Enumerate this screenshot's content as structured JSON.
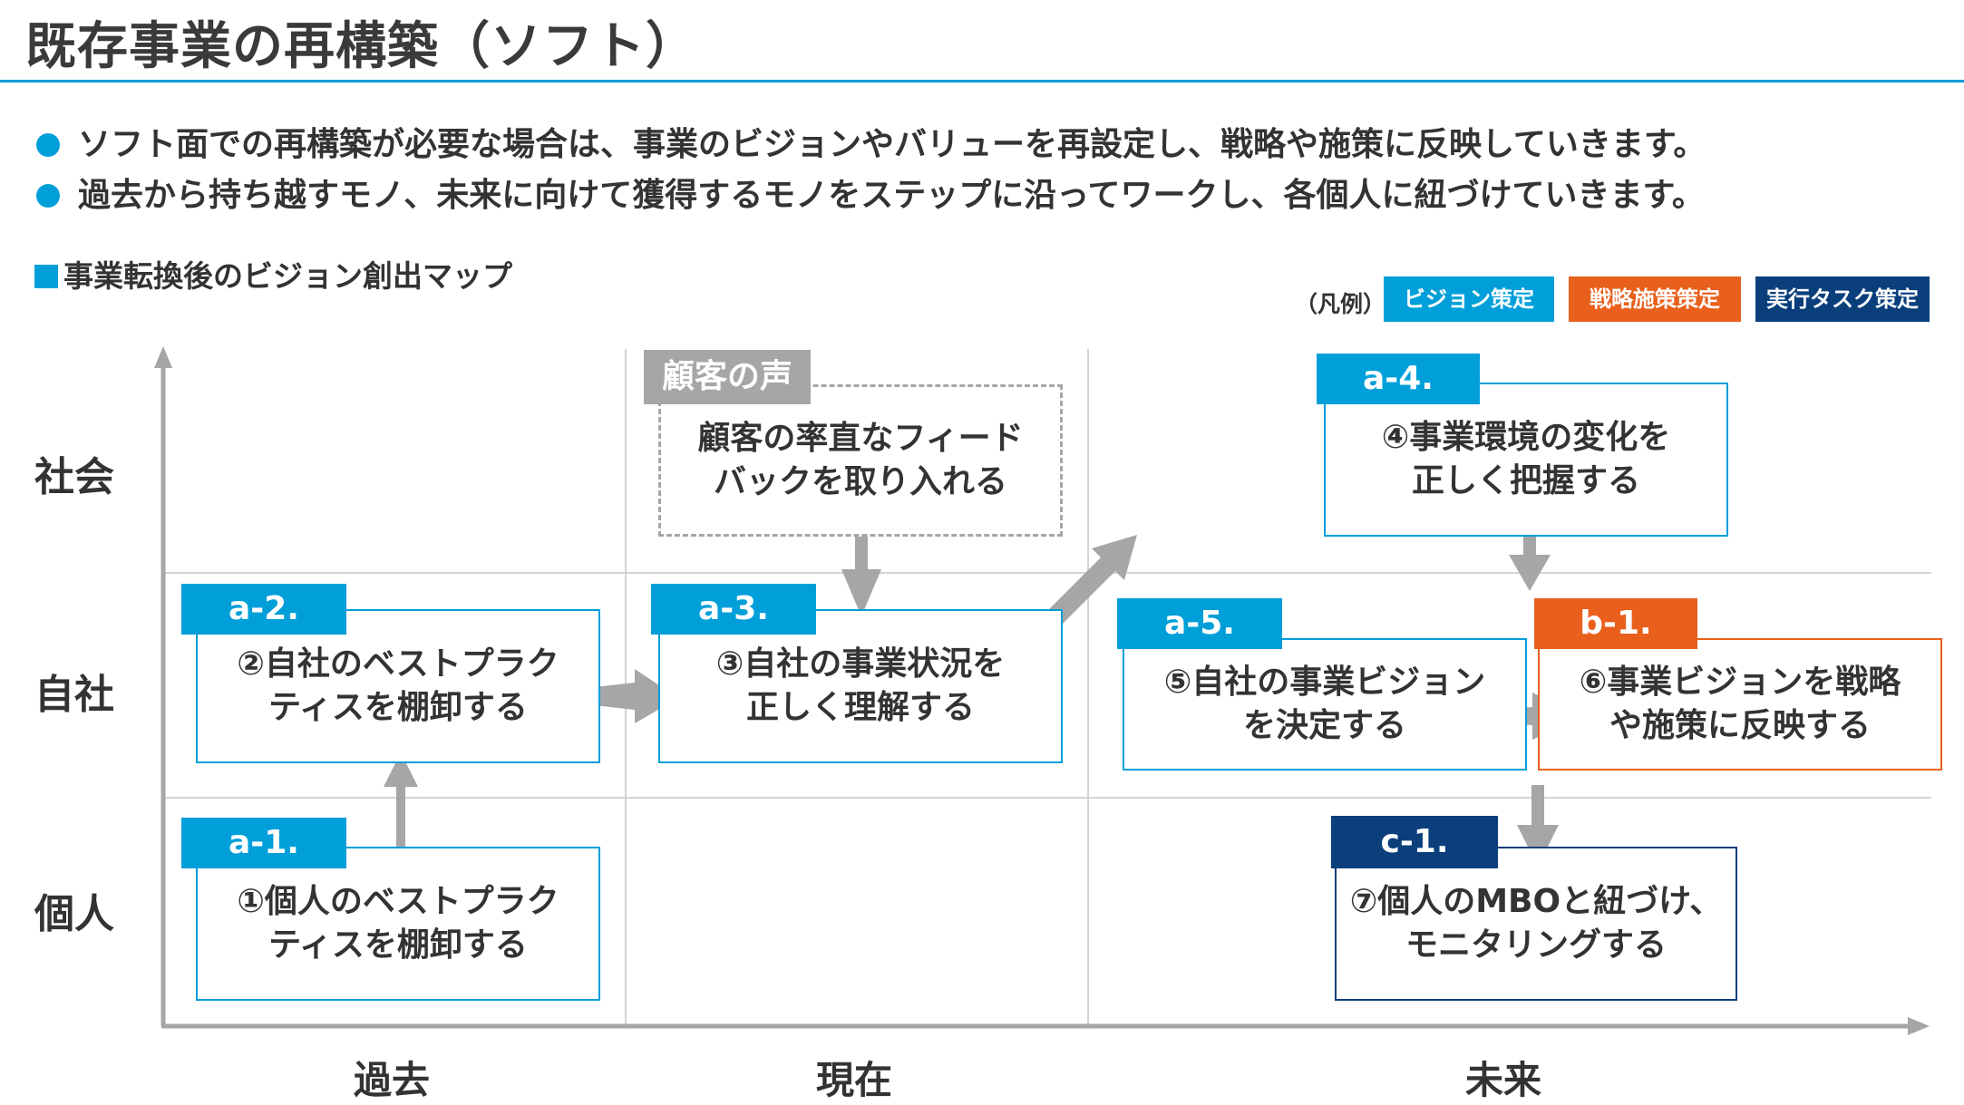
{
  "title": "既存事業の再構築（ソフト）",
  "bullets": [
    "ソフト面での再構築が必要な場合は、事業のビジョンやバリューを再設定し、戦略や施策に反映していきます。",
    "過去から持ち越すモノ、未来に向けて獲得するモノをステップに沿ってワークし、各個人に紐づけていきます。"
  ],
  "map_title": "事業転換後のビジョン創出マップ",
  "legend": {
    "label": "（凡例）",
    "items": [
      {
        "text": "ビジョン策定",
        "color": "#009fd9"
      },
      {
        "text": "戦略施策策定",
        "color": "#e8601c"
      },
      {
        "text": "実行タスク策定",
        "color": "#0a3f7c"
      }
    ]
  },
  "rows": [
    "社会",
    "自社",
    "個人"
  ],
  "columns": [
    "過去",
    "現在",
    "未来"
  ],
  "voice": {
    "tag": "顧客の声",
    "lines": [
      "顧客の率直なフィード",
      "バックを取り入れる"
    ]
  },
  "steps": {
    "a1": {
      "tag": "a-1.",
      "lines": [
        "①個人のベストプラク",
        "ティスを棚卸する"
      ]
    },
    "a2": {
      "tag": "a-2.",
      "lines": [
        "②自社のベストプラク",
        "ティスを棚卸する"
      ]
    },
    "a3": {
      "tag": "a-3.",
      "lines": [
        "③自社の事業状況を",
        "正しく理解する"
      ]
    },
    "a4": {
      "tag": "a-4.",
      "lines": [
        "④事業環境の変化を",
        "正しく把握する"
      ]
    },
    "a5": {
      "tag": "a-5.",
      "lines": [
        "⑤自社の事業ビジョン",
        "を決定する"
      ]
    },
    "b1": {
      "tag": "b-1.",
      "lines": [
        "⑥事業ビジョンを戦略",
        "や施策に反映する"
      ]
    },
    "c1": {
      "tag": "c-1.",
      "lines": [
        "⑦個人のMBOと紐づけ、",
        "モニタリングする"
      ]
    }
  },
  "colors": {
    "accent": "#009fd9",
    "orange": "#e8601c",
    "navy": "#0a3f7c",
    "gray": "#a6a6a6"
  }
}
